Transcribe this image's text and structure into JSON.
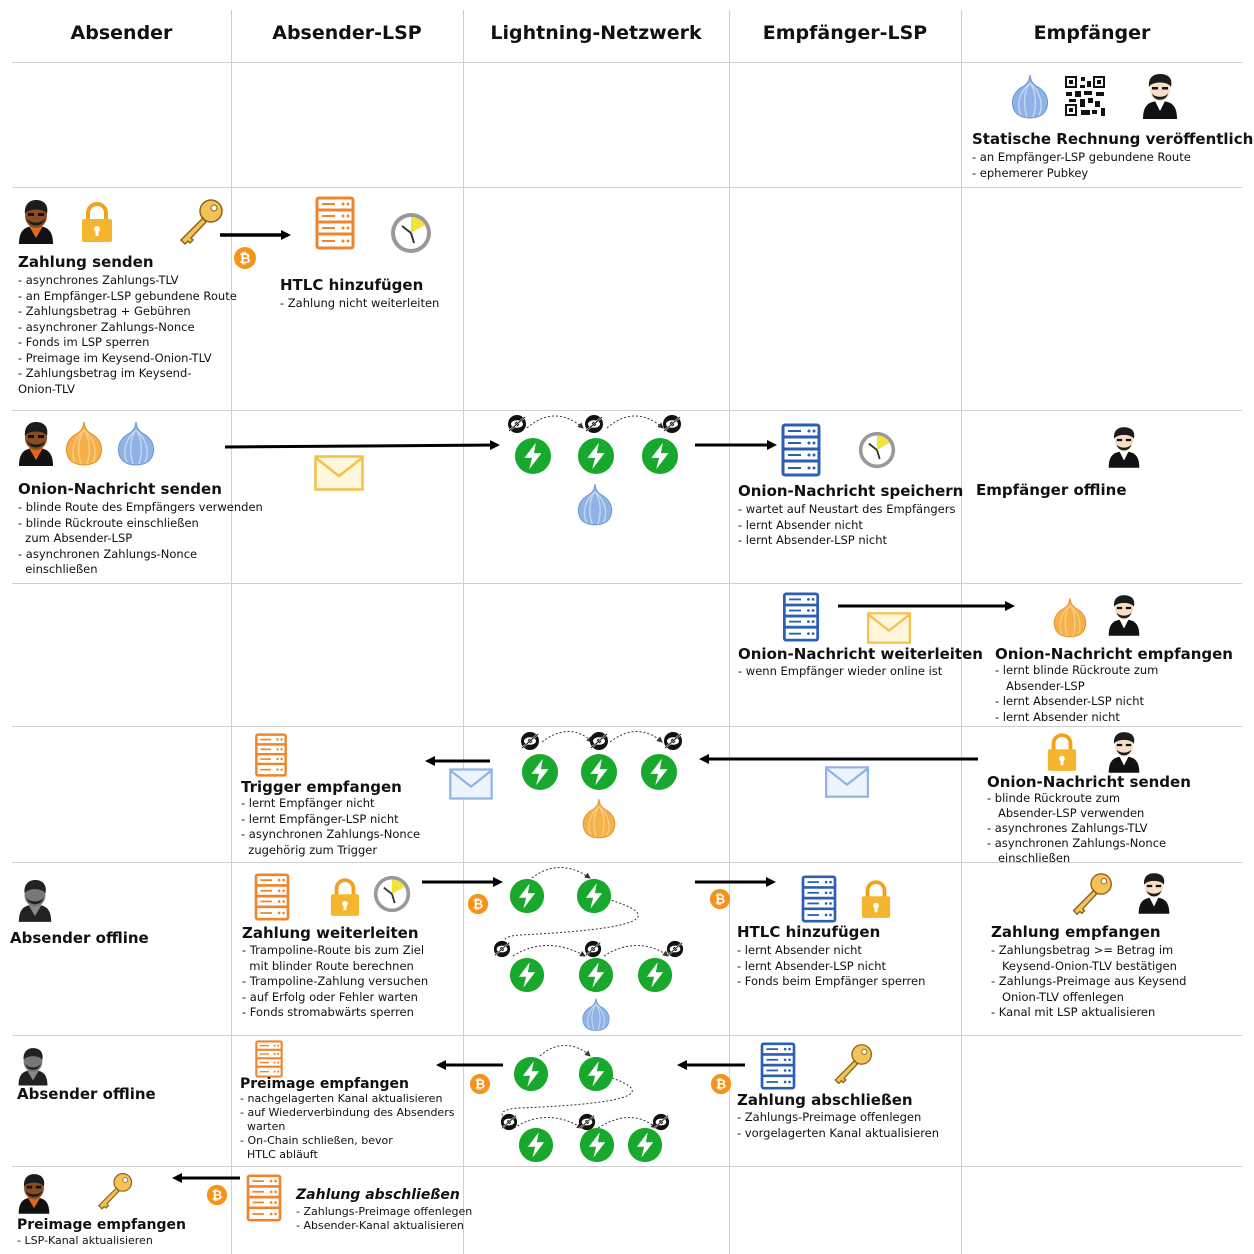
{
  "headers": [
    "Absender",
    "Absender-LSP",
    "Lightning-Netzwerk",
    "Empfänger-LSP",
    "Empfänger"
  ],
  "colors": {
    "orange": "#f39c2c",
    "blue": "#2b5fb3",
    "lightning_green": "#18a82e",
    "bitcoin": "#f7931a",
    "lock": "#f5b52e",
    "envelope": "#f4c04a",
    "grid": "#cfcfcf"
  },
  "rows": [
    {
      "receiver": {
        "title": "Statische Rechnung veröffentlichen",
        "items": [
          "- an Empfänger-LSP gebundene Route",
          "- ephemerer Pubkey"
        ],
        "icons": [
          "onion-blue-icon",
          "qr-code-icon",
          "person-icon"
        ]
      }
    },
    {
      "sender": {
        "title": "Zahlung senden",
        "items": [
          "- asynchrones Zahlungs-TLV",
          "- an Empfänger-LSP gebundene Route",
          "- Zahlungsbetrag + Gebühren",
          "- asynchroner Zahlungs-Nonce",
          "- Fonds im LSP sperren",
          "- Preimage im Keysend-Onion-TLV",
          "- Zahlungsbetrag im Keysend-",
          "Onion-TLV"
        ]
      },
      "sender_lsp": {
        "title": "HTLC hinzufügen",
        "items": [
          "- Zahlung nicht weiterleiten"
        ]
      }
    },
    {
      "sender": {
        "title": "Onion-Nachricht senden",
        "items": [
          "- blinde Route des Empfängers verwenden",
          "- blinde Rückroute einschließen",
          "  zum Absender-LSP",
          "- asynchronen Zahlungs-Nonce",
          "  einschließen"
        ]
      },
      "receiver_lsp": {
        "title": "Onion-Nachricht speichern",
        "items": [
          "- wartet auf Neustart des Empfängers",
          "- lernt Absender nicht",
          "- lernt Absender-LSP nicht"
        ]
      },
      "receiver": {
        "title": "Empfänger offline"
      }
    },
    {
      "receiver_lsp": {
        "title": "Onion-Nachricht weiterleiten",
        "items": [
          "- wenn Empfänger wieder online ist"
        ]
      },
      "receiver": {
        "title": "Onion-Nachricht empfangen",
        "items": [
          "- lernt blinde Rückroute zum",
          "   Absender-LSP",
          "- lernt Absender-LSP nicht",
          "- lernt Absender nicht"
        ]
      }
    },
    {
      "sender_lsp": {
        "title": "Trigger empfangen",
        "items": [
          "- lernt Empfänger nicht",
          "- lernt Empfänger-LSP nicht",
          "- asynchronen Zahlungs-Nonce",
          "  zugehörig zum Trigger"
        ]
      },
      "receiver": {
        "title": "Onion-Nachricht senden",
        "items": [
          "- blinde Rückroute zum",
          "   Absender-LSP verwenden",
          "- asynchrones Zahlungs-TLV",
          "- asynchronen Zahlungs-Nonce",
          "   einschließen"
        ]
      }
    },
    {
      "sender": {
        "title": "Absender offline"
      },
      "sender_lsp": {
        "title": "Zahlung weiterleiten",
        "items": [
          "- Trampoline-Route bis zum Ziel",
          "  mit blinder Route berechnen",
          "- Trampoline-Zahlung versuchen",
          "- auf Erfolg oder Fehler warten",
          "- Fonds stromabwärts sperren"
        ]
      },
      "receiver_lsp": {
        "title": "HTLC hinzufügen",
        "items": [
          "- lernt Absender nicht",
          "- lernt Absender-LSP nicht",
          "- Fonds beim Empfänger sperren"
        ]
      },
      "receiver": {
        "title": "Zahlung empfangen",
        "items": [
          "- Zahlungsbetrag >= Betrag im",
          "   Keysend-Onion-TLV bestätigen",
          "- Zahlungs-Preimage aus Keysend",
          "   Onion-TLV offenlegen",
          "- Kanal mit LSP aktualisieren"
        ]
      }
    },
    {
      "sender": {
        "title": "Absender offline"
      },
      "sender_lsp": {
        "title": "Preimage empfangen",
        "items": [
          "- nachgelagerten Kanal aktualisieren",
          "- auf Wiederverbindung des Absenders",
          "  warten",
          "- On-Chain schließen, bevor",
          "  HTLC abläuft"
        ]
      },
      "receiver_lsp": {
        "title": "Zahlung abschließen",
        "items": [
          "- Zahlungs-Preimage offenlegen",
          "- vorgelagerten Kanal aktualisieren"
        ]
      }
    },
    {
      "sender": {
        "title": "Preimage empfangen",
        "items": [
          "- LSP-Kanal aktualisieren"
        ]
      },
      "sender_lsp": {
        "title": "Zahlung abschließen",
        "items": [
          "- Zahlungs-Preimage offenlegen",
          "- Absender-Kanal aktualisieren"
        ]
      }
    }
  ]
}
